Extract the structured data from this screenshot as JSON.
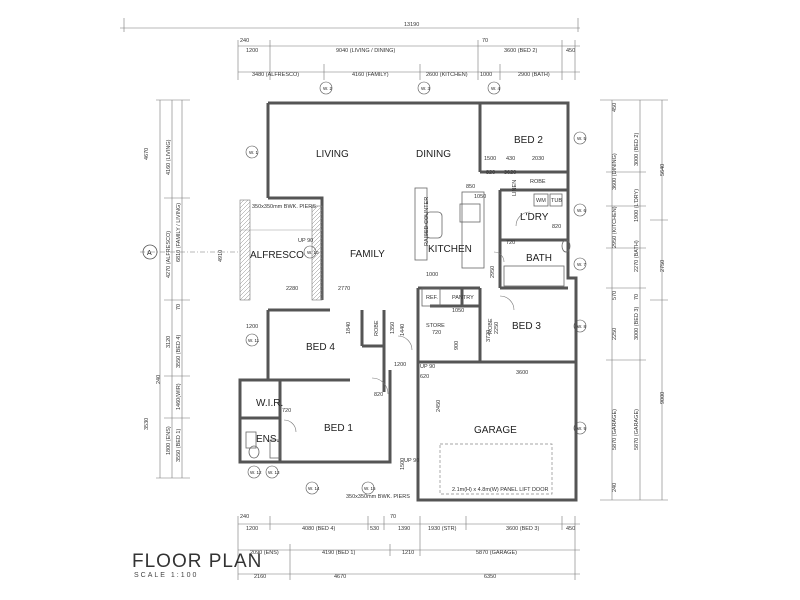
{
  "plan": {
    "title": "FLOOR PLAN",
    "scale": "SCALE 1:100",
    "accent_colors": {
      "wall": "#555555",
      "dim_line": "#777777",
      "text": "#222222"
    }
  },
  "rooms": [
    {
      "label": "LIVING"
    },
    {
      "label": "DINING"
    },
    {
      "label": "BED 2"
    },
    {
      "label": "FAMILY"
    },
    {
      "label": "KITCHEN"
    },
    {
      "label": "ALFRESCO"
    },
    {
      "label": "L'DRY"
    },
    {
      "label": "BATH"
    },
    {
      "label": "BED 3"
    },
    {
      "label": "BED 4"
    },
    {
      "label": "BED 1"
    },
    {
      "label": "GARAGE"
    },
    {
      "label": "W.I.R."
    },
    {
      "label": "ENS."
    }
  ],
  "top_dims": [
    "13190",
    "1200",
    "9040 (LIVING / DINING)",
    "3600 (BED 2)",
    "450",
    "3480 (ALFRESCO)",
    "4160 (FAMILY)",
    "2600 (KITCHEN)",
    "1000",
    "2900 (BATH)",
    "240",
    "70"
  ],
  "bottom_dims": [
    "1200",
    "4080 (BED 4)",
    "530",
    "1390",
    "1930 (STR)",
    "3600 (BED 3)",
    "450",
    "2090 (ENS)",
    "4190 (BED 1)",
    "1210",
    "5870 (GARAGE)",
    "2160",
    "4670",
    "6350",
    "240",
    "70"
  ],
  "left_dims": [
    "4670",
    "4160 (LIVING)",
    "6810 (FAMILY / LIVING)",
    "4270 (ALFRESCO)",
    "3120",
    "3550 (BED 4)",
    "3530",
    "1460(WIR)",
    "1800 (ENS)",
    "3550 (BED 1)",
    "240",
    "70"
  ],
  "right_dims": [
    "3000 (BED 2)",
    "3600 (DINING)",
    "1900 (L'DRY)",
    "2950 (KITCHEN)",
    "2270 (BATH)",
    "3000 (BED 3)",
    "2250",
    "5870 (GARAGE)",
    "5870 (GARAGE)",
    "5640",
    "2750",
    "9000",
    "570",
    "450",
    "240",
    "70"
  ],
  "inner_labels": [
    "ROBE",
    "LINEN",
    "WM",
    "TUB",
    "RAISED COUNTER",
    "REF.",
    "PANTRY",
    "STORE",
    "ROBE",
    "ROBE",
    "350x350mm BWK. PIERS",
    "350x350mm BWK. PIERS",
    "2.1m(H) x 4.8m(W) PANEL LIFT DOOR",
    "UP 90",
    "UP 90",
    "UP 90",
    "820",
    "820",
    "720",
    "720",
    "720",
    "820",
    "620",
    "1500",
    "430",
    "2030",
    "3620",
    "850",
    "1050",
    "1000",
    "2280",
    "2770",
    "1200",
    "1050",
    "1200",
    "3600",
    "3720",
    "2450",
    "1840",
    "1350",
    "1440",
    "2250",
    "2950",
    "4910",
    "900",
    "1500"
  ],
  "markers": [
    "W. 1",
    "W. 2",
    "W. 3",
    "W. 4",
    "W. 5",
    "W. 6",
    "W. 7",
    "W. 8",
    "W. 9",
    "W. 10",
    "W. 11",
    "W. 12",
    "W. 13",
    "W. 14",
    "W. 15",
    "A"
  ]
}
